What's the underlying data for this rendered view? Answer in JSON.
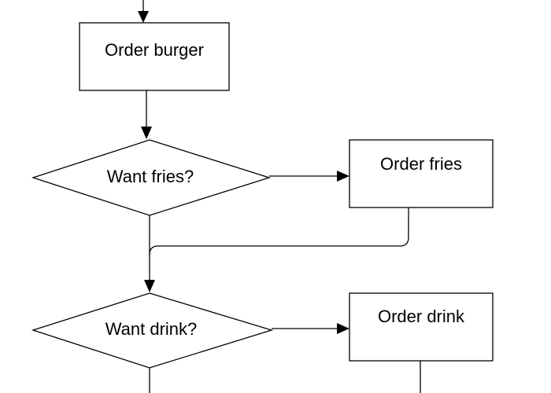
{
  "diagram": {
    "nodes": {
      "order_burger": {
        "label": "Order burger"
      },
      "want_fries": {
        "label": "Want fries?"
      },
      "order_fries": {
        "label": "Order fries"
      },
      "want_drink": {
        "label": "Want drink?"
      },
      "order_drink": {
        "label": "Order drink"
      }
    },
    "colors": {
      "stroke": "#000000",
      "fill": "#ffffff",
      "text": "#000000"
    }
  }
}
